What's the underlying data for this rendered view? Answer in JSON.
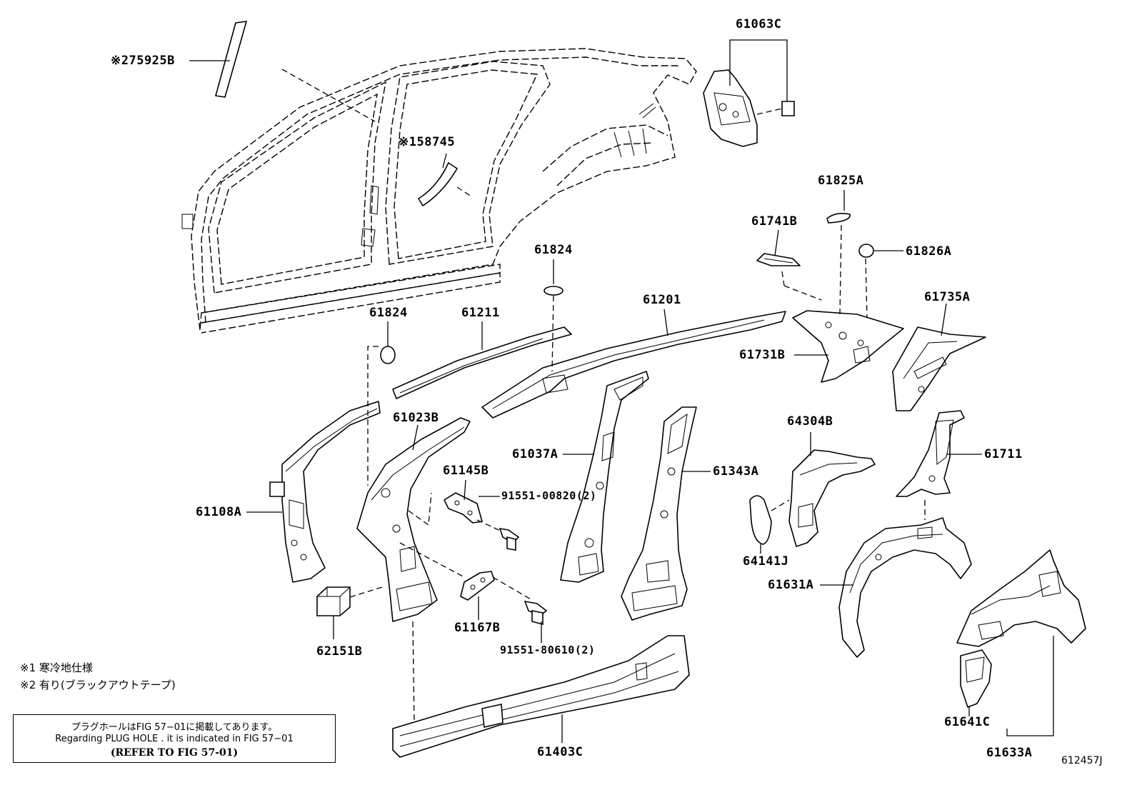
{
  "parts": [
    {
      "id": "p75925B",
      "label": "※275925B"
    },
    {
      "id": "p58745",
      "label": "※158745"
    },
    {
      "id": "p61063C",
      "label": "61063C"
    },
    {
      "id": "p61825A",
      "label": "61825A"
    },
    {
      "id": "p61741B",
      "label": "61741B"
    },
    {
      "id": "p61826A",
      "label": "61826A"
    },
    {
      "id": "p61824a",
      "label": "61824"
    },
    {
      "id": "p61824b",
      "label": "61824"
    },
    {
      "id": "p61211",
      "label": "61211"
    },
    {
      "id": "p61201",
      "label": "61201"
    },
    {
      "id": "p61735A",
      "label": "61735A"
    },
    {
      "id": "p61731B",
      "label": "61731B"
    },
    {
      "id": "p61023B",
      "label": "61023B"
    },
    {
      "id": "p61145B",
      "label": "61145B"
    },
    {
      "id": "p91551_00820",
      "label": "91551-00820(2)"
    },
    {
      "id": "p61037A",
      "label": "61037A"
    },
    {
      "id": "p61343A",
      "label": "61343A"
    },
    {
      "id": "p64304B",
      "label": "64304B"
    },
    {
      "id": "p61711",
      "label": "61711"
    },
    {
      "id": "p61108A",
      "label": "61108A"
    },
    {
      "id": "p64141J",
      "label": "64141J"
    },
    {
      "id": "p61631A",
      "label": "61631A"
    },
    {
      "id": "p62151B",
      "label": "62151B"
    },
    {
      "id": "p61167B",
      "label": "61167B"
    },
    {
      "id": "p91551_80610",
      "label": "91551-80610(2)"
    },
    {
      "id": "p61403C",
      "label": "61403C"
    },
    {
      "id": "p61641C",
      "label": "61641C"
    },
    {
      "id": "p61633A",
      "label": "61633A"
    }
  ],
  "notes": {
    "note1": "※1  寒冷地仕様",
    "note2": "※2  有り(ブラックアウトテープ)"
  },
  "reference_box": {
    "line1": "プラグホールはFIG 57−01に掲載してあります。",
    "line2": "Regarding  PLUG  HOLE . it is indicated in FIG  57−01",
    "line3": "(REFER TO FIG 57-01)"
  },
  "figure_number": "612457J"
}
